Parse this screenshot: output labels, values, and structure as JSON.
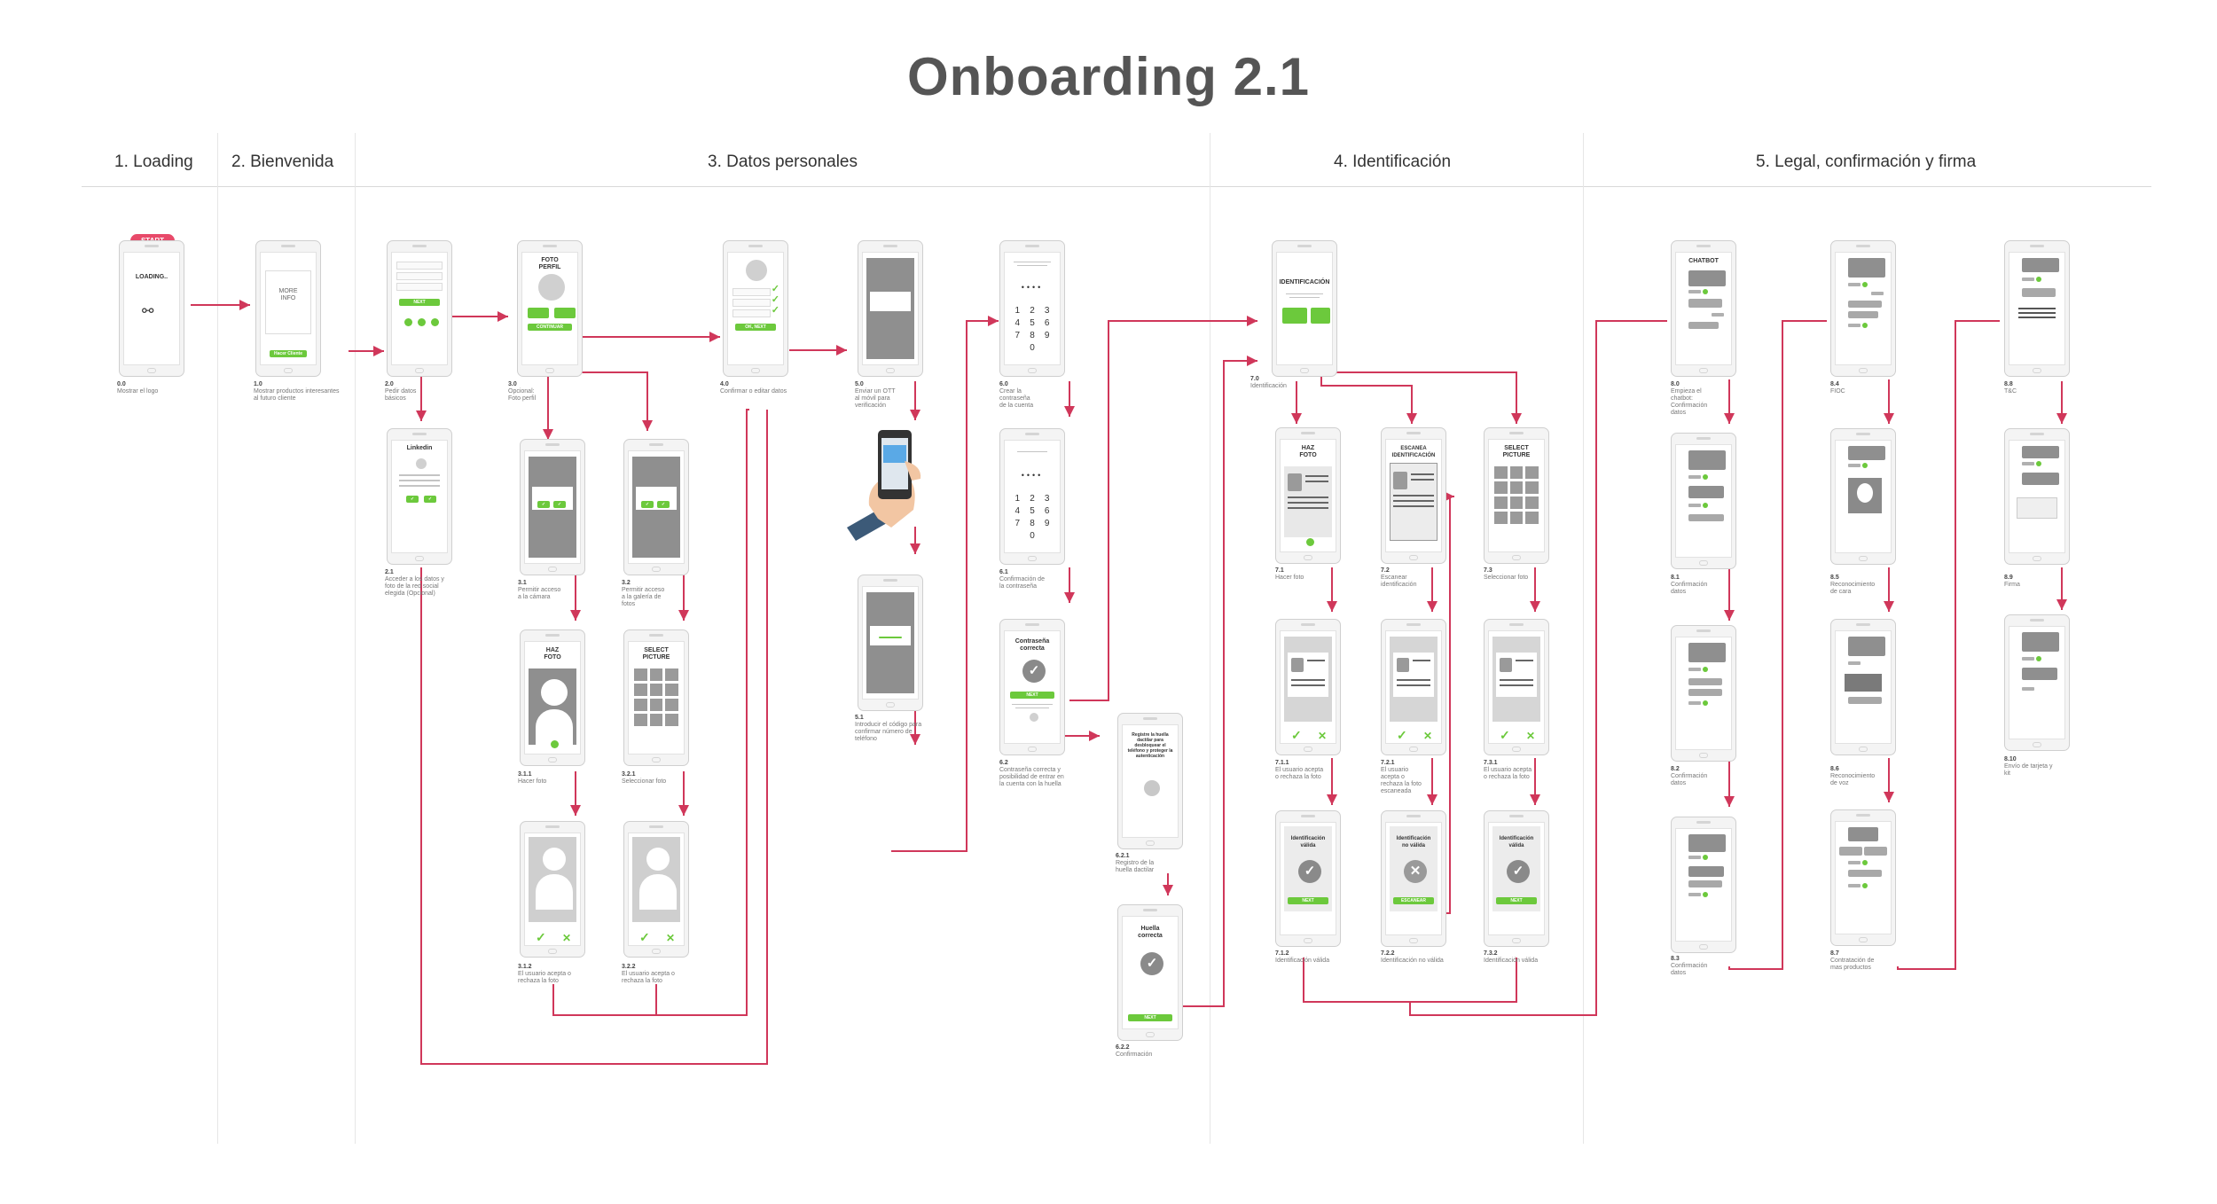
{
  "title": "Onboarding 2.1",
  "sections": [
    {
      "label": "1. Loading"
    },
    {
      "label": "2. Bienvenida"
    },
    {
      "label": "3. Datos personales"
    },
    {
      "label": "4. Identificación"
    },
    {
      "label": "5. Legal, confirmación y firma"
    }
  ],
  "start_label": "START",
  "screens": {
    "s0_0": {
      "title": "LOADING..",
      "num": "0.0",
      "desc": "Mostrar el logo"
    },
    "s1_0": {
      "title": "MORE\nINFO",
      "btn": "Hacer Cliente",
      "num": "1.0",
      "desc": "Mostrar productos interesantes\nal futuro cliente"
    },
    "s2_0": {
      "btn": "NEXT",
      "num": "2.0",
      "desc": "Pedir datos\nbásicos"
    },
    "s2_1": {
      "title": "Linkedin",
      "num": "2.1",
      "desc": "Acceder a los datos y\nfoto de la red social\nelegida (Opcional)"
    },
    "s3_0": {
      "title": "FOTO\nPERFIL",
      "btn": "CONTINUAR",
      "num": "3.0",
      "desc": "Opcional:\nFoto perfil"
    },
    "s3_1": {
      "num": "3.1",
      "desc": "Permitir acceso\na la cámara"
    },
    "s3_2": {
      "num": "3.2",
      "desc": "Permitir acceso\na la galería de\nfotos"
    },
    "s3_1_1": {
      "title": "HAZ\nFOTO",
      "num": "3.1.1",
      "desc": "Hacer foto"
    },
    "s3_2_1": {
      "title": "SELECT\nPICTURE",
      "num": "3.2.1",
      "desc": "Seleccionar foto"
    },
    "s3_1_2": {
      "num": "3.1.2",
      "desc": "El usuario acepta o\nrechaza la foto"
    },
    "s3_2_2": {
      "num": "3.2.2",
      "desc": "El usuario acepta o\nrechaza la foto"
    },
    "s4_0": {
      "btn": "OK, NEXT",
      "num": "4.0",
      "desc": "Confirmar o editar datos"
    },
    "s5_0": {
      "num": "5.0",
      "desc": "Enviar un OTT\nal móvil para\nverificación"
    },
    "s5_1": {
      "num": "5.1",
      "desc": "Introducir el código para\nconfirmar número de\nteléfono"
    },
    "s6_0": {
      "num": "6.0",
      "desc": "Crear la\ncontraseña\nde la cuenta"
    },
    "s6_1": {
      "num": "6.1",
      "desc": "Confirmación de\nla contraseña"
    },
    "s6_2": {
      "title": "Contraseña\ncorrecta",
      "btn": "NEXT",
      "num": "6.2",
      "desc": "Contraseña correcta y\nposibilidad de entrar en\nla cuenta con la huella"
    },
    "s6_2_1": {
      "title": "Registre la huella\ndactilar para\ndesbloquear el\nteléfono y proteger la\nautenticación",
      "num": "6.2.1",
      "desc": "Registro de la\nhuella dactilar"
    },
    "s6_2_2": {
      "title": "Huella\ncorrecta",
      "btn": "NEXT",
      "num": "6.2.2",
      "desc": "Confirmación"
    },
    "s7_0": {
      "title": "IDENTIFICACIÓN",
      "num": "7.0",
      "desc": "Identificación"
    },
    "s7_1": {
      "title": "HAZ\nFOTO",
      "num": "7.1",
      "desc": "Hacer foto"
    },
    "s7_2": {
      "title": "ESCANEA\nIDENTIFICACIÓN",
      "num": "7.2",
      "desc": "Escanear\nidentificación"
    },
    "s7_3": {
      "title": "SELECT\nPICTURE",
      "num": "7.3",
      "desc": "Seleccionar foto"
    },
    "s7_1_1": {
      "num": "7.1.1",
      "desc": "El usuario acepta\no rechaza la foto"
    },
    "s7_2_1": {
      "num": "7.2.1",
      "desc": "El usuario\nacepta o\nrechaza la foto\nescaneada"
    },
    "s7_3_1": {
      "num": "7.3.1",
      "desc": "El usuario acepta\no rechaza la foto"
    },
    "s7_1_2": {
      "title": "Identificación\nválida",
      "btn": "NEXT",
      "num": "7.1.2",
      "desc": "Identificación válida"
    },
    "s7_2_2": {
      "title": "Identificación\nno válida",
      "btn": "ESCANEAR",
      "num": "7.2.2",
      "desc": "Identificación no válida"
    },
    "s7_3_2": {
      "title": "Identificación\nválida",
      "btn": "NEXT",
      "num": "7.3.2",
      "desc": "Identificación válida"
    },
    "s8_0": {
      "title": "CHATBOT",
      "num": "8.0",
      "desc": "Empieza el\nchatbot:\nConfirmación\ndatos"
    },
    "s8_1": {
      "num": "8.1",
      "desc": "Confirmación\ndatos"
    },
    "s8_2": {
      "num": "8.2",
      "desc": "Confirmación\ndatos"
    },
    "s8_3": {
      "num": "8.3",
      "desc": "Confirmación\ndatos"
    },
    "s8_4": {
      "num": "8.4",
      "desc": "FIOC"
    },
    "s8_5": {
      "num": "8.5",
      "desc": "Reconocimiento\nde cara"
    },
    "s8_6": {
      "num": "8.6",
      "desc": "Reconocimiento\nde voz"
    },
    "s8_7": {
      "num": "8.7",
      "desc": "Contratación de\nmas productos"
    },
    "s8_8": {
      "num": "8.8",
      "desc": "T&C"
    },
    "s8_9": {
      "num": "8.9",
      "desc": "Firma"
    },
    "s8_10": {
      "num": "8.10",
      "desc": "Envío de tarjeta y\nkit"
    }
  },
  "colors": {
    "arrow": "#d0375a",
    "accent": "#6cc93c",
    "start": "#e84a6a"
  }
}
